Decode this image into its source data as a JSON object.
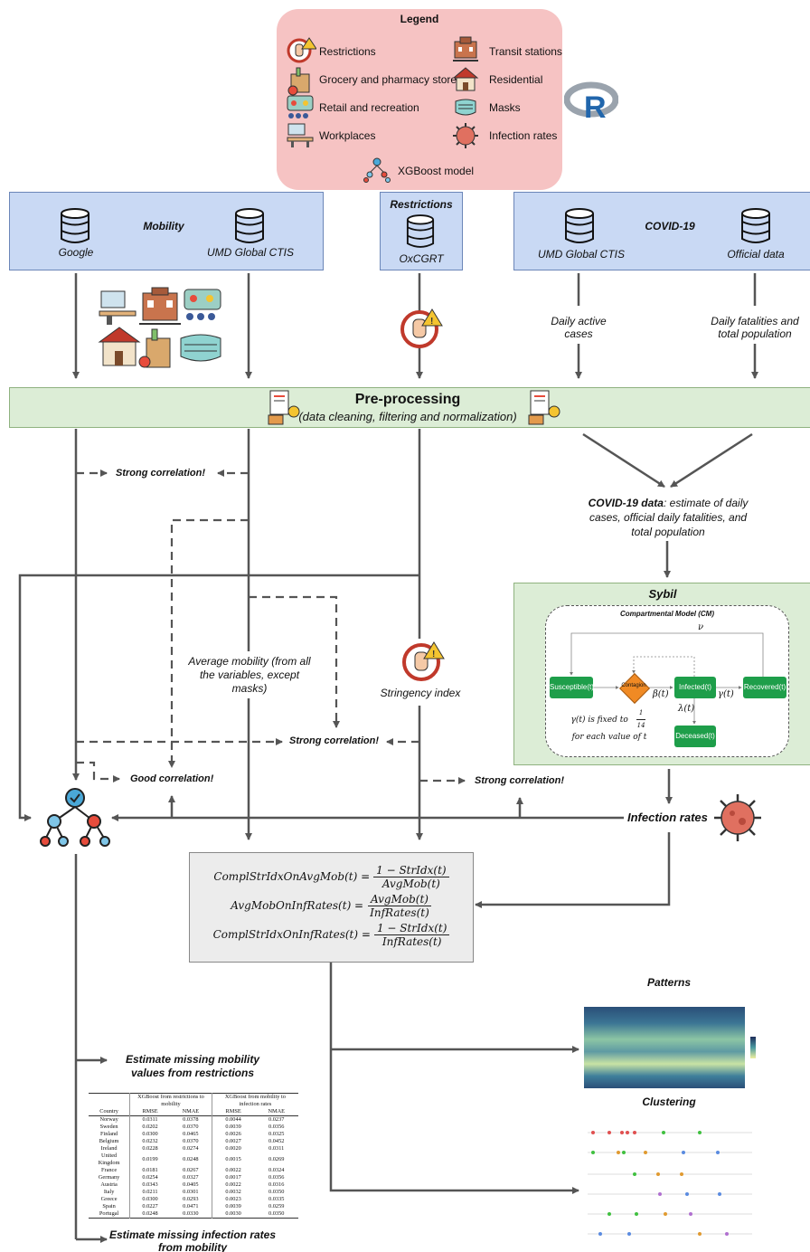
{
  "legend": {
    "title": "Legend",
    "items_left": [
      "Restrictions",
      "Grocery and pharmacy stores",
      "Retail and recreation",
      "Workplaces"
    ],
    "items_right": [
      "Transit stations",
      "Residential",
      "Masks",
      "Infection rates"
    ],
    "model_label": "XGBoost model",
    "icons": [
      "restriction-hand-icon",
      "grocery-bag-icon",
      "retail-icon",
      "workplace-desk-icon",
      "transit-station-icon",
      "residential-house-icon",
      "mask-icon",
      "virus-icon",
      "tree-model-icon",
      "r-logo-icon"
    ]
  },
  "mobility_box": {
    "title": "Mobility",
    "left_source": "Google",
    "right_source": "UMD Global CTIS"
  },
  "restrictions_box": {
    "title": "Restrictions",
    "source": "OxCGRT"
  },
  "covid_box": {
    "title": "COVID-19",
    "left_source": "UMD Global CTIS",
    "right_source": "Official data"
  },
  "covid_labels": {
    "left": "Daily active cases",
    "right": "Daily fatalities and total population"
  },
  "preprocessing": {
    "title": "Pre-processing",
    "subtitle": "(data cleaning, filtering and normalization)"
  },
  "covid_data": {
    "bold": "COVID-19 data",
    "rest": ": estimate of daily cases, official daily fatalities, and total population"
  },
  "sybil": {
    "title": "Sybil",
    "cm_title": "Compartmental Model (CM)",
    "nodes": {
      "susceptible": "Susceptible(t)",
      "contagion": "Contagion",
      "infected": "Infected(t)",
      "recovered": "Recovered(t)",
      "deceased": "Deceased(t)"
    },
    "params": {
      "nu": "ν",
      "beta": "β(t)",
      "gamma": "γ(t)",
      "lambda": "λ(t)"
    },
    "note_line1": "γ(t) is fixed to",
    "note_frac_n": "1",
    "note_frac_d": "14",
    "note_line2": "for each value of t"
  },
  "labels": {
    "strong1": "Strong correlation!",
    "strong2": "Strong correlation!",
    "strong3": "Strong correlation!",
    "good": "Good correlation!",
    "avg_mobility": "Average mobility (from all the variables, except masks)",
    "stringency": "Stringency index",
    "infection_rates": "Infection rates",
    "patterns": "Patterns",
    "clustering": "Clustering",
    "estimate_mobility": "Estimate missing mobility values from restrictions",
    "estimate_infection": "Estimate missing infection rates from mobility"
  },
  "formulas": [
    {
      "lhs": "ComplStrIdxOnAvgMob(t) =",
      "num": "1 − StrIdx(t)",
      "den": "AvgMob(t)"
    },
    {
      "lhs": "AvgMobOnInfRates(t) =",
      "num": "AvgMob(t)",
      "den": "InfRates(t)"
    },
    {
      "lhs": "ComplStrIdxOnInfRates(t) =",
      "num": "1 − StrIdx(t)",
      "den": "InfRates(t)"
    }
  ],
  "results_table": {
    "group1": "XGBoost from restrictions to mobility",
    "group2": "XGBoost from mobility to infection rates",
    "columns": [
      "Country",
      "RMSE",
      "NMAE",
      "RMSE",
      "NMAE"
    ],
    "rows": [
      [
        "Norway",
        "0.0311",
        "0.0378",
        "0.0044",
        "0.0237"
      ],
      [
        "Sweden",
        "0.0202",
        "0.0370",
        "0.0039",
        "0.0356"
      ],
      [
        "Finland",
        "0.0300",
        "0.0465",
        "0.0026",
        "0.0325"
      ],
      [
        "Belgium",
        "0.0232",
        "0.0370",
        "0.0027",
        "0.0452"
      ],
      [
        "Ireland",
        "0.0228",
        "0.0274",
        "0.0020",
        "0.0311"
      ],
      [
        "United Kingdom",
        "0.0199",
        "0.0248",
        "0.0015",
        "0.0269"
      ],
      [
        "France",
        "0.0181",
        "0.0267",
        "0.0022",
        "0.0324"
      ],
      [
        "Germany",
        "0.0254",
        "0.0327",
        "0.0017",
        "0.0356"
      ],
      [
        "Austria",
        "0.0343",
        "0.0405",
        "0.0022",
        "0.0316"
      ],
      [
        "Italy",
        "0.0211",
        "0.0301",
        "0.0032",
        "0.0350"
      ],
      [
        "Greece",
        "0.0300",
        "0.0293",
        "0.0023",
        "0.0335"
      ],
      [
        "Spain",
        "0.0227",
        "0.0471",
        "0.0039",
        "0.0259"
      ],
      [
        "Portugal",
        "0.0248",
        "0.0330",
        "0.0030",
        "0.0350"
      ]
    ]
  },
  "colors": {
    "blue_box": "#c9d9f4",
    "green_box": "#dcedd6",
    "legend_bg": "#f6c3c3",
    "node_green": "#1e9e4a",
    "contagion": "#f08a24",
    "arrow": "#555555"
  }
}
